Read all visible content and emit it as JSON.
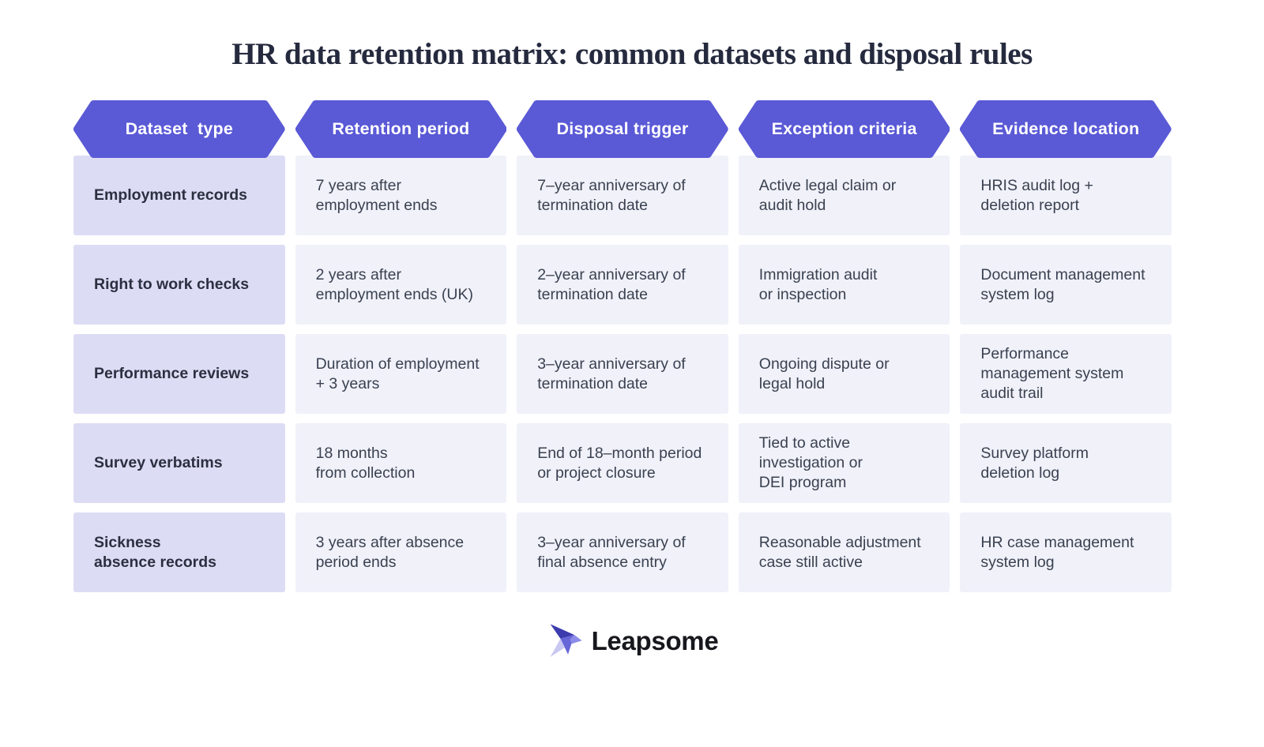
{
  "title": "HR data retention matrix: common datasets and disposal rules",
  "colors": {
    "accent": "#5a59d6",
    "row_label_bg": "#dddcf5",
    "cell_bg": "#f0f1f9",
    "title_color": "#252a3e",
    "text_color": "#3a4150",
    "label_color": "#2b3040"
  },
  "icons": {
    "brand_icon": "leapsome-origami-bird"
  },
  "table": {
    "headers": [
      "Dataset  type",
      "Retention period",
      "Disposal trigger",
      "Exception criteria",
      "Evidence location"
    ],
    "rows": [
      {
        "dataset": "Employment records",
        "retention": "7 years after\nemployment ends",
        "trigger": "7–year anniversary of\ntermination date",
        "exception": "Active legal claim or\naudit hold",
        "evidence": "HRIS audit log +\ndeletion report"
      },
      {
        "dataset": "Right to work checks",
        "retention": "2 years after\nemployment ends (UK)",
        "trigger": "2–year anniversary of\ntermination date",
        "exception": "Immigration audit\nor inspection",
        "evidence": "Document management\nsystem log"
      },
      {
        "dataset": "Performance reviews",
        "retention": "Duration of employment\n+ 3 years",
        "trigger": "3–year anniversary of\ntermination date",
        "exception": "Ongoing dispute or\nlegal hold",
        "evidence": "Performance\nmanagement system\naudit trail"
      },
      {
        "dataset": "Survey verbatims",
        "retention": "18 months\nfrom collection",
        "trigger": "End of 18–month period\nor project closure",
        "exception": "Tied to active\ninvestigation or\nDEI program",
        "evidence": "Survey platform\ndeletion log"
      },
      {
        "dataset": "Sickness\nabsence records",
        "retention": "3 years after absence\nperiod ends",
        "trigger": "3–year anniversary of\nfinal absence entry",
        "exception": "Reasonable adjustment\ncase still active",
        "evidence": "HR case management\nsystem log"
      }
    ]
  },
  "footer": {
    "brand": "Leapsome"
  }
}
